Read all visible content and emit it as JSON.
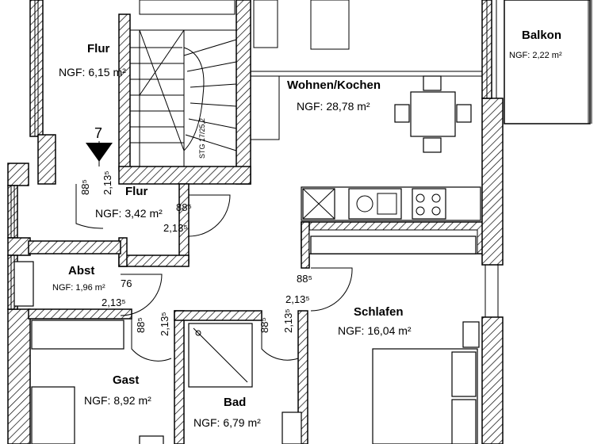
{
  "rooms": [
    {
      "key": "flur_top",
      "name": "Flur",
      "area": "NGF: 6,15 m²"
    },
    {
      "key": "wohnen",
      "name": "Wohnen/Kochen",
      "area": "NGF: 28,78 m²"
    },
    {
      "key": "balkon",
      "name": "Balkon",
      "area": "NGF: 2,22 m²"
    },
    {
      "key": "flur_mid",
      "name": "Flur",
      "area": "NGF: 3,42 m²"
    },
    {
      "key": "abst",
      "name": "Abst",
      "area": "NGF: 1,96 m²"
    },
    {
      "key": "schlafen",
      "name": "Schlafen",
      "area": "NGF: 16,04 m²"
    },
    {
      "key": "gast",
      "name": "Gast",
      "area": "NGF: 8,92 m²"
    },
    {
      "key": "bad",
      "name": "Bad",
      "area": "NGF: 6,79 m²"
    }
  ],
  "section_marker": {
    "label": "7"
  },
  "door_dims": {
    "entry_w": "88⁵",
    "entry_h": "2,13⁵",
    "flur_w": "88⁵",
    "flur_h": "2,13⁵",
    "abst_w": "76",
    "abst_h": "2,13⁵",
    "gast_w": "88⁵",
    "gast_h": "2,13⁵",
    "bad_w": "88⁵",
    "bad_h": "2,13⁵",
    "schlafen_w": "88⁵",
    "schlafen_h": "2,13⁵"
  },
  "stair_label": "STG 17/25,2"
}
